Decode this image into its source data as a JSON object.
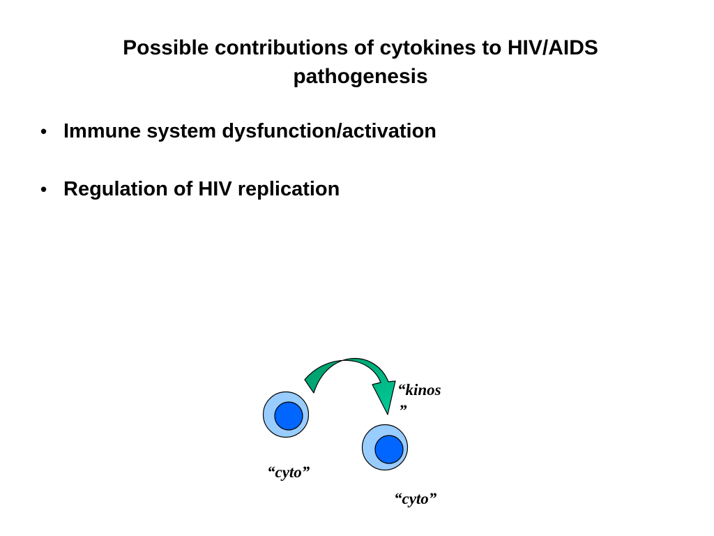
{
  "slide": {
    "title": "Possible contributions of cytokines to HIV/AIDS pathogenesis",
    "bullets": [
      {
        "text": "Immune system dysfunction/activation"
      },
      {
        "text": "Regulation of HIV replication"
      }
    ]
  },
  "diagram": {
    "label_kinos": "“kinos",
    "label_kinos_close": "”",
    "label_cyto_left": "“cyto”",
    "label_cyto_right": "“cyto”"
  },
  "colors": {
    "cell_outer": "#99ccff",
    "cell_nucleus": "#0066ff",
    "arrow_dark": "#009966",
    "arrow_light": "#00cc99",
    "outline": "#000000"
  }
}
